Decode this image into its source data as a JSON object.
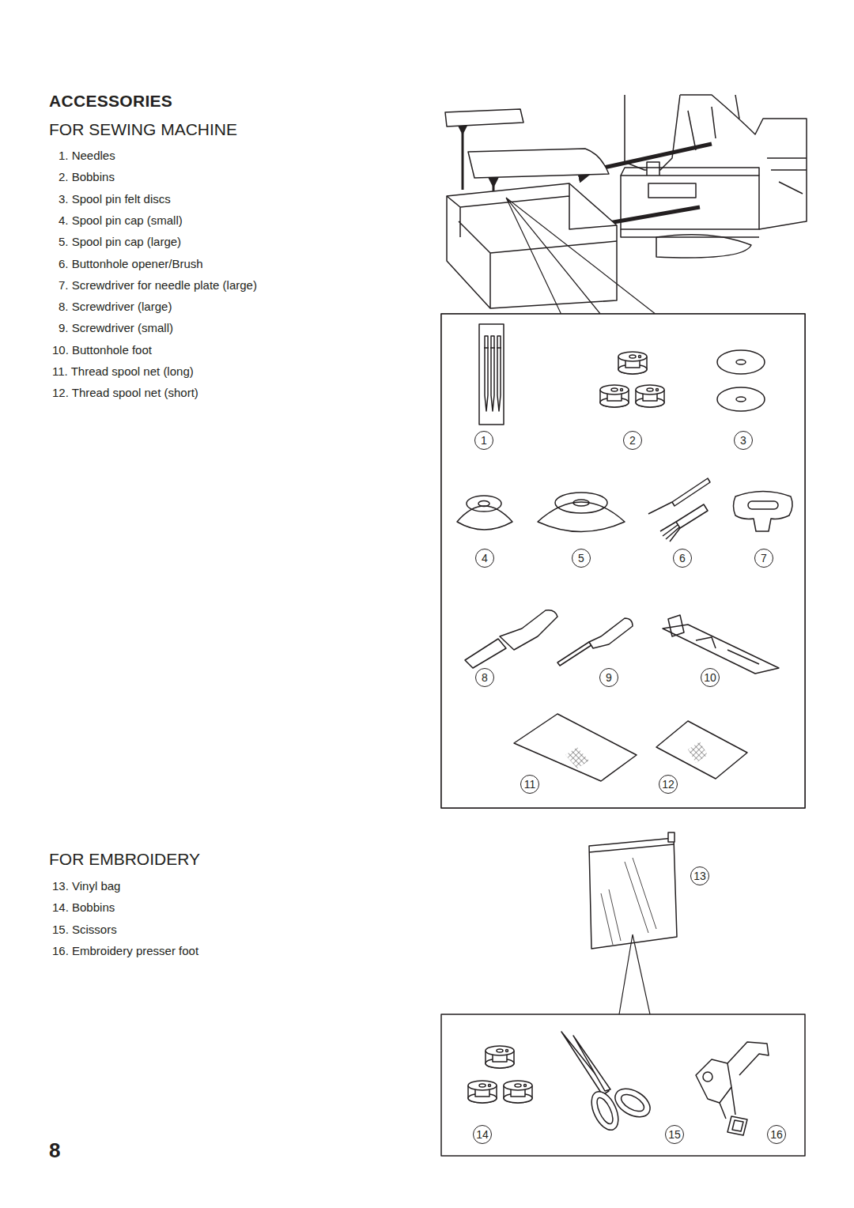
{
  "diagram": {
    "title": "ACCESSORIES",
    "labels": [
      "FOR SEWING MACHINE",
      "1. Needles",
      "2. Bobbins",
      "3. Spool pin felt discs",
      "4. Spool pin cap (small)",
      "5. Spool pin cap (large)",
      "6. Buttonhole opener/Brush",
      "7. Screwdriver for needle plate (large)",
      "8. Screwdriver (large)",
      "9. Screwdriver (small)",
      "10. Buttonhole foot",
      "11. Thread spool net (long)",
      "12. Thread spool net (short)",
      "FOR EMBROIDERY",
      "13. Vinyl bag",
      "14. Bobbins",
      "15. Scissors",
      "16. Embroidery presser foot",
      "1",
      "2",
      "3",
      "4",
      "5",
      "6",
      "7",
      "8",
      "9",
      "10",
      "11",
      "12",
      "13",
      "14",
      "15",
      "16",
      "8"
    ]
  }
}
